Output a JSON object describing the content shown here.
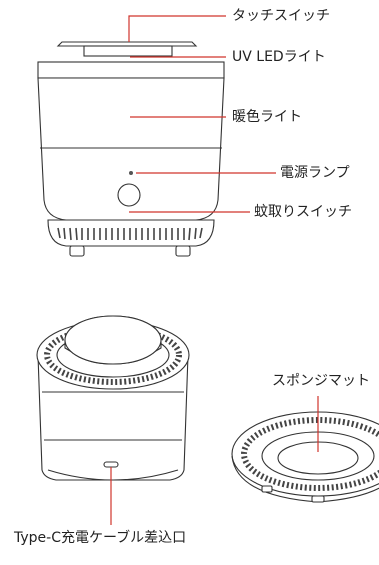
{
  "labels": {
    "touch_switch": "タッチスイッチ",
    "uv_led": "UV LEDライト",
    "warm_light": "暖色ライト",
    "power_lamp": "電源ランプ",
    "mosquito_switch": "蚊取りスイッチ",
    "sponge_mat": "スポンジマット",
    "typec_port": "Type-C充電ケーブル差込口"
  },
  "colors": {
    "leader": "#d0342c",
    "outline": "#333333",
    "text": "#222222"
  }
}
